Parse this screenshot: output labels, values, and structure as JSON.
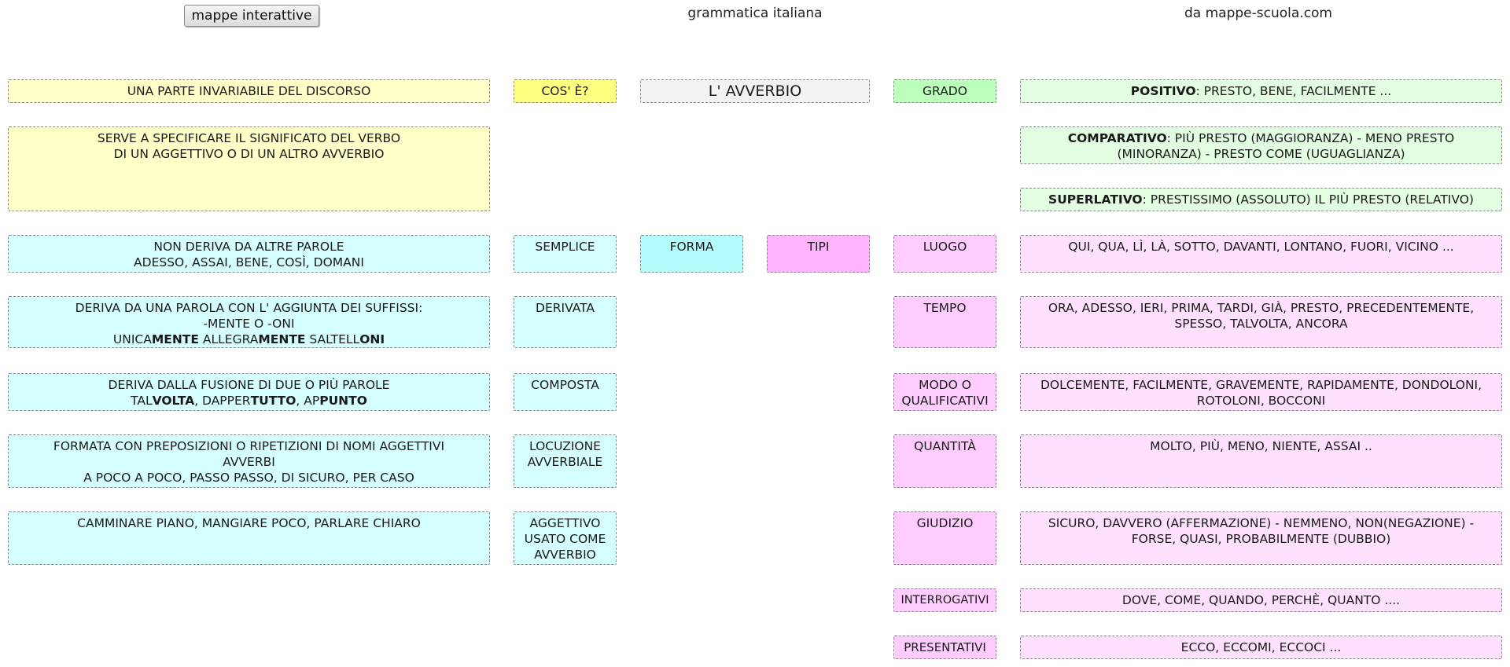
{
  "header": {
    "button_label": "mappe interattive",
    "subject": "grammatica italiana",
    "source": "da mappe-scuola.com"
  },
  "center": {
    "title": "L' AVVERBIO",
    "cos_e": "COS' È?",
    "forma": "FORMA",
    "tipi": "TIPI",
    "grado": "GRADO"
  },
  "definition": {
    "invariabile": "UNA PARTE INVARIABILE DEL DISCORSO",
    "serve_line1": "SERVE A SPECIFICARE IL SIGNIFICATO DEL VERBO",
    "serve_line2": "DI UN AGGETTIVO O DI UN ALTRO AVVERBIO"
  },
  "grado": {
    "positivo": {
      "label": "POSITIVO",
      "text": ": PRESTO, BENE, FACILMENTE ..."
    },
    "comparativo": {
      "label": "COMPARATIVO",
      "text": ": PIÙ PRESTO (MAGGIORANZA) - MENO PRESTO",
      "line2": "(MINORANZA) - PRESTO COME (UGUAGLIANZA)"
    },
    "superlativo": {
      "label": "SUPERLATIVO",
      "text": ": PRESTISSIMO (ASSOLUTO) IL PIÙ PRESTO (RELATIVO)"
    }
  },
  "forma": {
    "semplice": {
      "label": "SEMPLICE",
      "line1": "NON DERIVA DA ALTRE PAROLE",
      "line2": "ADESSO, ASSAI, BENE, COSÌ, DOMANI"
    },
    "derivata": {
      "label": "DERIVATA",
      "line1": "DERIVA DA UNA PAROLA CON L' AGGIUNTA DEI SUFFISSI:",
      "line2": "-MENTE O -ONI",
      "ex1_a": "UNICA",
      "ex1_b": "MENTE",
      "ex2_a": " ALLEGRA",
      "ex2_b": "MENTE",
      "ex3_a": " SALTELL",
      "ex3_b": "ONI"
    },
    "composta": {
      "label": "COMPOSTA",
      "line1": "DERIVA DALLA FUSIONE DI DUE O PIÙ PAROLE",
      "ex1_a": "TAL",
      "ex1_b": "VOLTA",
      "ex2_a": ", DAPPER",
      "ex2_b": "TUTTO",
      "ex3_a": ", AP",
      "ex3_b": "PUNTO"
    },
    "locuzione": {
      "label_line1": "LOCUZIONE",
      "label_line2": "AVVERBIALE",
      "line1": "FORMATA CON PREPOSIZIONI O RIPETIZIONI DI NOMI AGGETTIVI",
      "line2": "AVVERBI",
      "line3": "A POCO A POCO, PASSO PASSO, DI SICURO, PER CASO"
    },
    "aggettivo": {
      "label_line1": "AGGETTIVO",
      "label_line2": "USATO COME",
      "label_line3": "AVVERBIO",
      "line1": "CAMMINARE PIANO, MANGIARE POCO, PARLARE CHIARO"
    }
  },
  "tipi": {
    "luogo": {
      "label": "LUOGO",
      "text": "QUI, QUA, LÌ, LÀ, SOTTO, DAVANTI, LONTANO, FUORI, VICINO ..."
    },
    "tempo": {
      "label": "TEMPO",
      "line1": "ORA, ADESSO, IERI, PRIMA, TARDI, GIÀ, PRESTO, PRECEDENTEMENTE,",
      "line2": "SPESSO, TALVOLTA, ANCORA"
    },
    "modo": {
      "label_line1": "MODO O",
      "label_line2": "QUALIFICATIVI",
      "line1": "DOLCEMENTE, FACILMENTE, GRAVEMENTE, RAPIDAMENTE, DONDOLONI,",
      "line2": "ROTOLONI, BOCCONI"
    },
    "quantita": {
      "label": "QUANTITÀ",
      "text": "MOLTO, PIÙ, MENO, NIENTE, ASSAI .."
    },
    "giudizio": {
      "label": "GIUDIZIO",
      "line1": "SICURO, DAVVERO (AFFERMAZIONE) - NEMMENO, NON(NEGAZIONE) -",
      "line2": "FORSE, QUASI, PROBABILMENTE (DUBBIO)"
    },
    "interrogativi": {
      "label": "INTERROGATIVI",
      "text": "DOVE, COME, QUANDO, PERCHÈ, QUANTO ...."
    },
    "presentativi": {
      "label": "PRESENTATIVI",
      "text": "ECCO, ECCOMI, ECCOCI ..."
    }
  }
}
